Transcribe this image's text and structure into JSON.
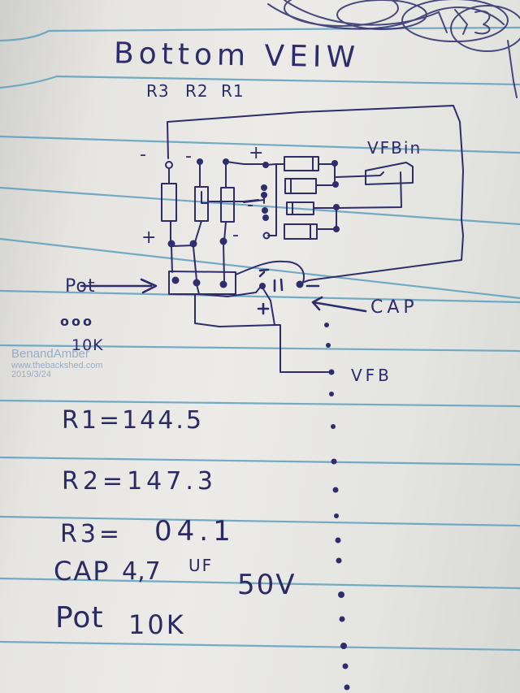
{
  "heading": {
    "title": "Bottom VEIW"
  },
  "resistor_labels": [
    "R3",
    "R2",
    "R1"
  ],
  "diagram": {
    "polarity_marks": {
      "minus": "-",
      "plus": "+"
    },
    "vfb_in_label": "VFBin",
    "pot_label": "Pot",
    "pot_pins_label": "ooo",
    "pot_value_label": "10K",
    "cap_label": "CAP",
    "cap_symbol": "||",
    "vfb_label": "VFB"
  },
  "notes": {
    "r1": {
      "label": "R1=",
      "value": "144.5"
    },
    "r2": {
      "label": "R2=",
      "value": "147.3"
    },
    "r3": {
      "label": "R3=",
      "value": "04.1"
    },
    "cap": {
      "label": "CAP",
      "value": "4,7",
      "unit": "UF",
      "voltage": "50V"
    },
    "pot": {
      "label": "Pot",
      "value": "10K"
    }
  },
  "watermark": {
    "name": "BenandAmber",
    "site": "www.thebackshed.com",
    "date": "2019/3/24"
  },
  "colors": {
    "ink": "#2e2c6b",
    "rule": "#5f9fbd",
    "paper": "#e9e8e4",
    "watermark": "#8fa6c4"
  }
}
